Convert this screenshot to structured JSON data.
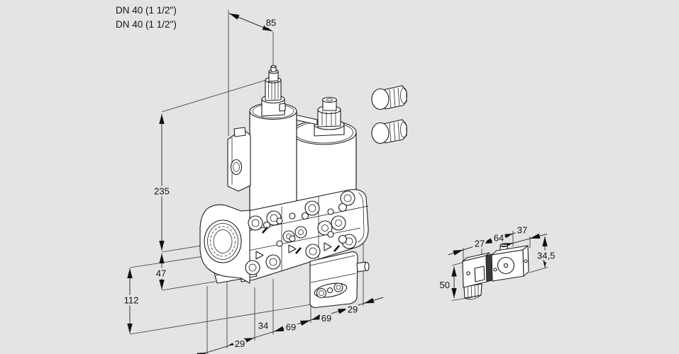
{
  "labels": {
    "dn_top": "DN 40 (1 1/2\")",
    "dn_bottom": "DN 40 (1 1/2\")"
  },
  "dimensions_main": {
    "d85": "85",
    "d235": "235",
    "d47": "47",
    "d112": "112",
    "d29_left": "29",
    "d34": "34",
    "d69_left": "69",
    "d69_right": "69",
    "d29_right": "29"
  },
  "dimensions_detail": {
    "d27": "27",
    "d64": "64",
    "d37": "37",
    "d34_5": "34,5",
    "d50": "50"
  },
  "colors": {
    "background": "#e4e4e4",
    "line": "#1b1b1b",
    "fill": "#ffffff"
  }
}
